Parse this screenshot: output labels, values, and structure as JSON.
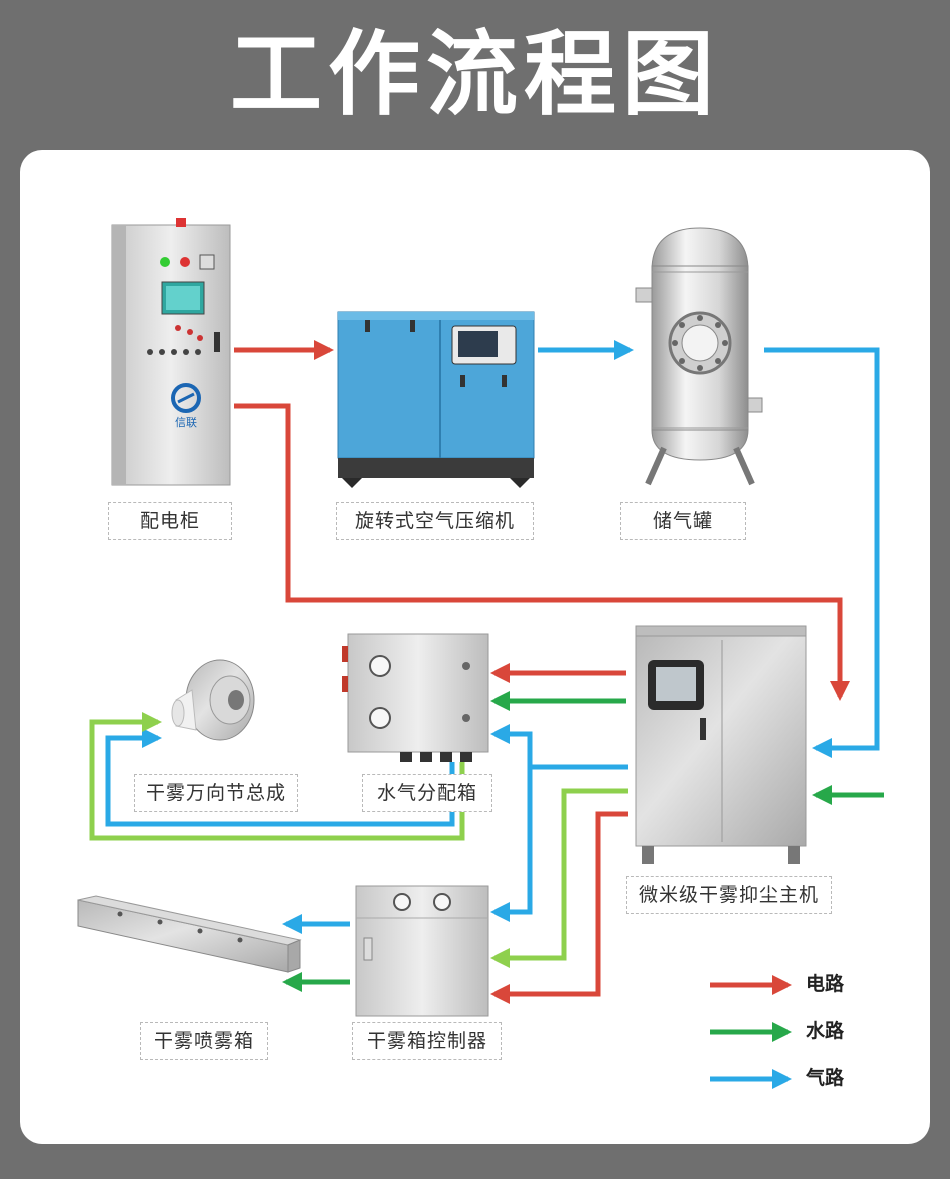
{
  "title": "工作流程图",
  "components": {
    "power_cabinet": "配电柜",
    "compressor": "旋转式空气压缩机",
    "tank": "储气罐",
    "universal_joint": "干雾万向节总成",
    "distribution_box": "水气分配箱",
    "main_unit": "微米级干雾抑尘主机",
    "spray_box": "干雾喷雾箱",
    "controller": "干雾箱控制器"
  },
  "cabinet_logo": "信联",
  "legend": [
    {
      "label": "电路",
      "color": "#d9473a"
    },
    {
      "label": "水路",
      "color": "#27a84a"
    },
    {
      "label": "气路",
      "color": "#2aa9e6"
    }
  ],
  "colors": {
    "electric": "#d9473a",
    "water": "#27a84a",
    "air": "#2aa9e6",
    "light_green": "#8ed04d",
    "background": "#6f6f6f"
  }
}
